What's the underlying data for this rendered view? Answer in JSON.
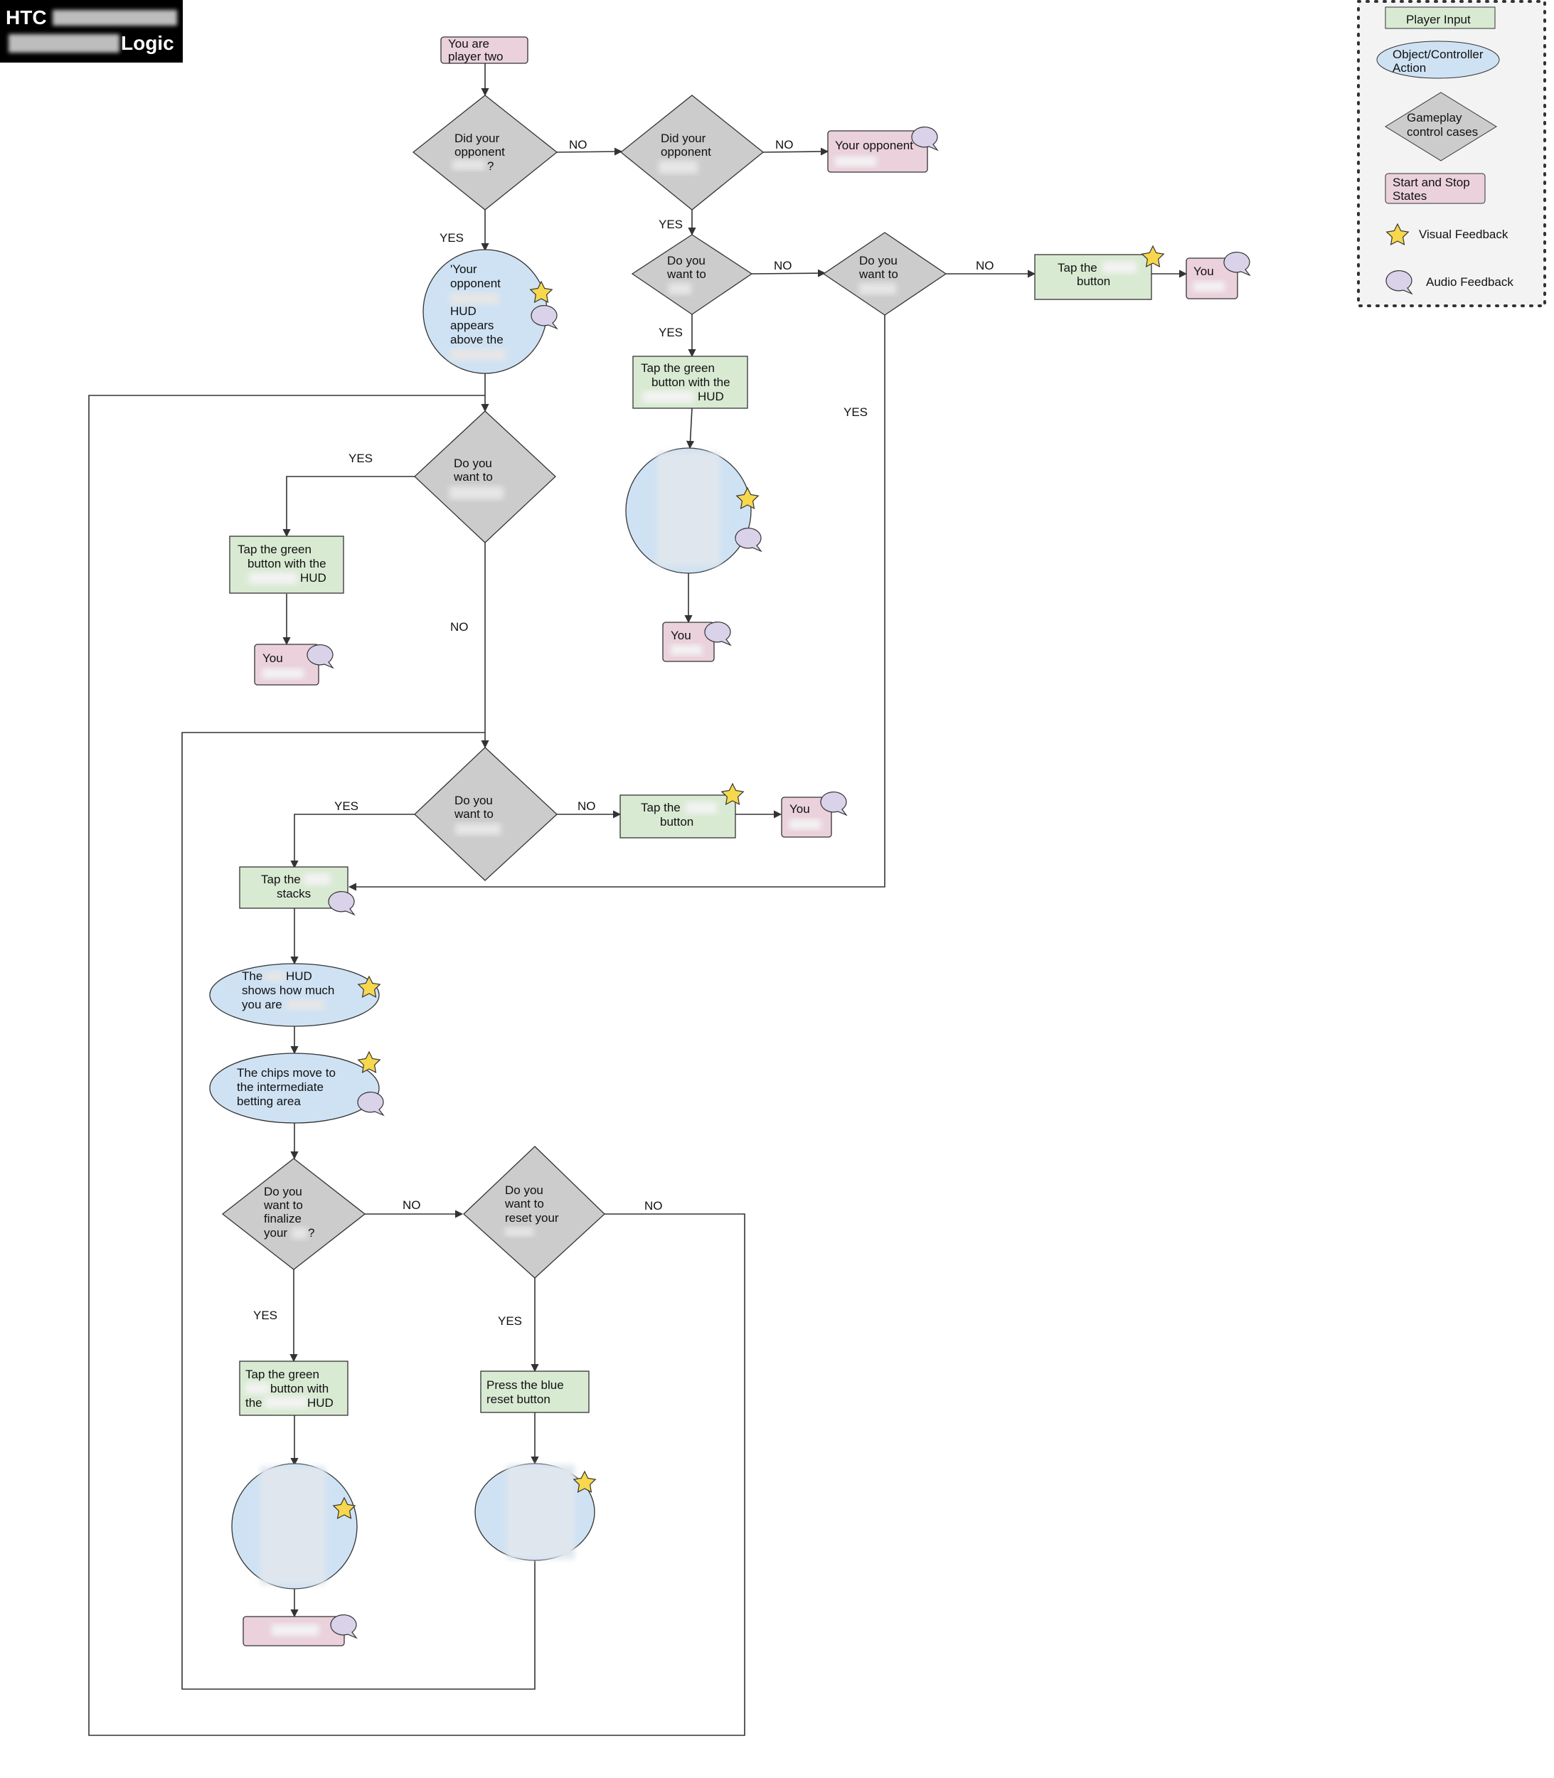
{
  "header": {
    "title_part1": "HTC",
    "title_part2": "Logic"
  },
  "legend": {
    "player_input": "Player Input",
    "object_action_l1": "Object/Controller",
    "object_action_l2": "Action",
    "gameplay_l1": "Gameplay",
    "gameplay_l2": "control cases",
    "start_stop_l1": "Start and Stop",
    "start_stop_l2": "States",
    "visual": "Visual Feedback",
    "audio": "Audio Feedback"
  },
  "edges": {
    "yes": "YES",
    "no": "NO"
  },
  "nodes": {
    "start": {
      "l1": "You are",
      "l2": "player two"
    },
    "d_opp1": {
      "l1": "Did your",
      "l2": "opponent",
      "l3": "?"
    },
    "d_opp2": {
      "l1": "Did your",
      "l2": "opponent"
    },
    "end_opp": {
      "l1": "Your opponent"
    },
    "act_hud": {
      "l1": "'Your",
      "l2": "opponent",
      "l3": "HUD",
      "l4": "appears",
      "l5": "above the"
    },
    "d_want_a": {
      "l1": "Do you",
      "l2": "want to"
    },
    "d_want_b": {
      "l1": "Do you",
      "l2": "want to"
    },
    "inp_tap_r": {
      "l1": "Tap the",
      "l2": "button"
    },
    "end_r": {
      "l1": "You"
    },
    "inp_green_mid": {
      "l1": "Tap the green",
      "l2": "button with the",
      "l3": "HUD"
    },
    "end_mid": {
      "l1": "You"
    },
    "d_want_left": {
      "l1": "Do you",
      "l2": "want to"
    },
    "inp_green_left": {
      "l1": "Tap the green",
      "l2": "button with the",
      "l3": "HUD"
    },
    "end_left": {
      "l1": "You"
    },
    "d_want_raise": {
      "l1": "Do you",
      "l2": "want to"
    },
    "inp_tap_mid": {
      "l1": "Tap the",
      "l2": "button"
    },
    "end_tap_mid": {
      "l1": "You"
    },
    "inp_stacks": {
      "l1": "Tap the",
      "l2": "stacks"
    },
    "act_hud_shows": {
      "l1": "The",
      "l1b": "HUD",
      "l2": "shows how much",
      "l3": "you are"
    },
    "act_chips": {
      "l1": "The chips move to",
      "l2": "the intermediate",
      "l3": "betting area"
    },
    "d_finalize": {
      "l1": "Do you",
      "l2": "want to",
      "l3": "finalize",
      "l4": "your",
      "l4b": "?"
    },
    "d_reset": {
      "l1": "Do you",
      "l2": "want to",
      "l3": "reset your"
    },
    "inp_green_final": {
      "l1": "Tap the green",
      "l2": "button with",
      "l3": "the",
      "l3b": "HUD"
    },
    "inp_reset": {
      "l1": "Press the blue",
      "l2": "reset button"
    }
  },
  "colors": {
    "player_input": "#d9ead3",
    "object_action": "#cfe2f3",
    "gameplay": "#cccccc",
    "start_stop": "#ead1dc",
    "star": "#f7d74c",
    "audio": "#d9d2e9",
    "line": "#333333"
  }
}
